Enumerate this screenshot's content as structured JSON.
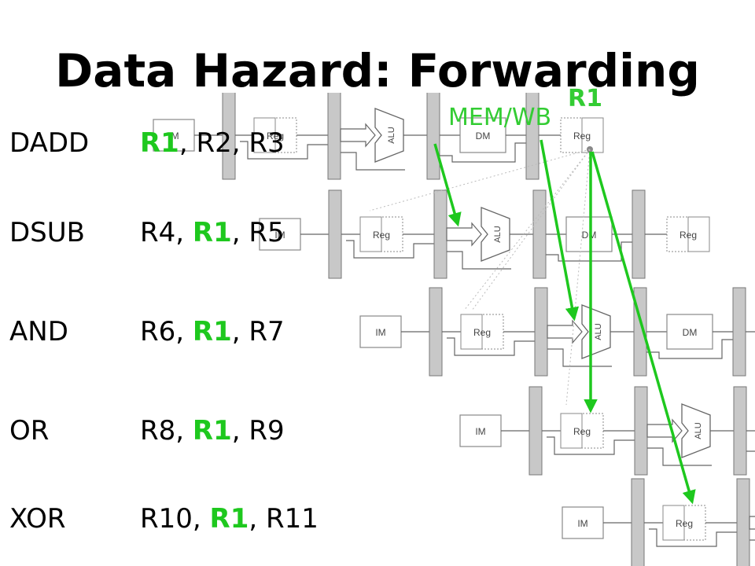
{
  "title": "Data Hazard: Forwarding",
  "annotations": {
    "mem_wb": "MEM/WB",
    "r1": "R1"
  },
  "blocks": {
    "im": "IM",
    "reg": "Reg",
    "alu": "ALU",
    "dm": "DM"
  },
  "accent_color": "#1ec81e",
  "instructions": [
    {
      "opcode": "DADD",
      "a": "R1",
      "a_sep": ", ",
      "b": "R2",
      "b_sep": ", ",
      "c": "R3",
      "hl": "a"
    },
    {
      "opcode": "DSUB",
      "a": "R4",
      "a_sep": ", ",
      "b": "R1",
      "b_sep": ", ",
      "c": "R5",
      "hl": "b"
    },
    {
      "opcode": "AND",
      "a": "R6",
      "a_sep": ", ",
      "b": "R1",
      "b_sep": ", ",
      "c": "R7",
      "hl": "b"
    },
    {
      "opcode": "OR",
      "a": "R8",
      "a_sep": ", ",
      "b": "R1",
      "b_sep": ", ",
      "c": "R9",
      "hl": "b"
    },
    {
      "opcode": "XOR",
      "a": "R10",
      "a_sep": ", ",
      "b": "R1",
      "b_sep": ", ",
      "c": "R11",
      "hl": "b"
    }
  ]
}
